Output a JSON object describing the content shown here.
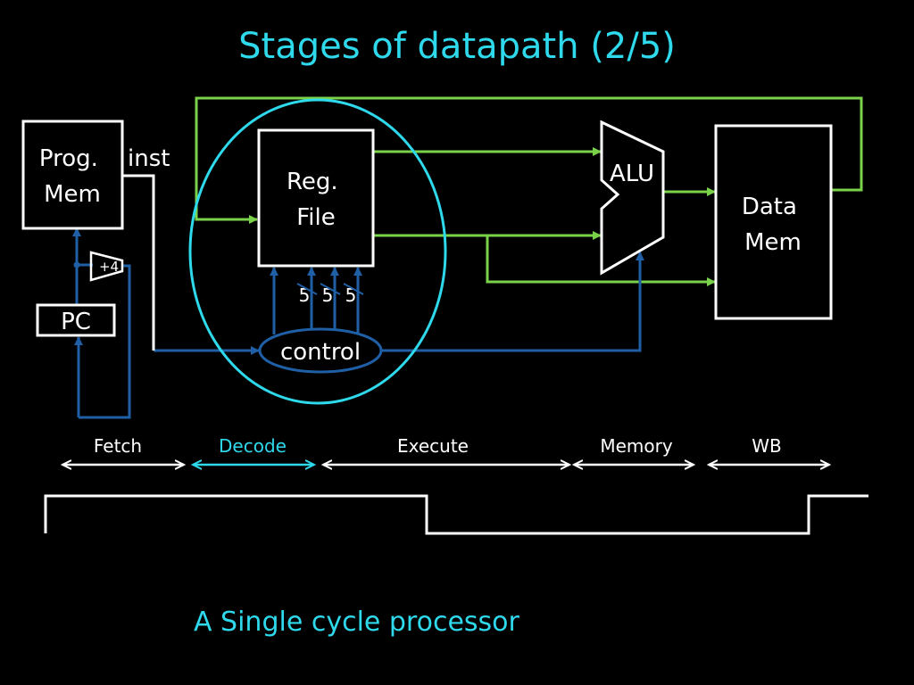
{
  "slide": {
    "title": "Stages of datapath (2/5)",
    "caption": "A Single cycle processor"
  },
  "blocks": {
    "prog_mem": [
      "Prog.",
      "Mem"
    ],
    "inst": "inst",
    "pc": "PC",
    "plus4": "+4",
    "reg_file": [
      "Reg.",
      "File"
    ],
    "reg_inputs": [
      "5",
      "5",
      "5"
    ],
    "control": "control",
    "alu": "ALU",
    "data_mem": [
      "Data",
      "Mem"
    ]
  },
  "stages": {
    "fetch": "Fetch",
    "decode": "Decode",
    "execute": "Execute",
    "memory": "Memory",
    "wb": "WB"
  },
  "colors": {
    "title": "#2fd9ec",
    "highlight": "#2fd9ec",
    "data_path": "#7ad14a",
    "control_path": "#1f5fa6"
  }
}
